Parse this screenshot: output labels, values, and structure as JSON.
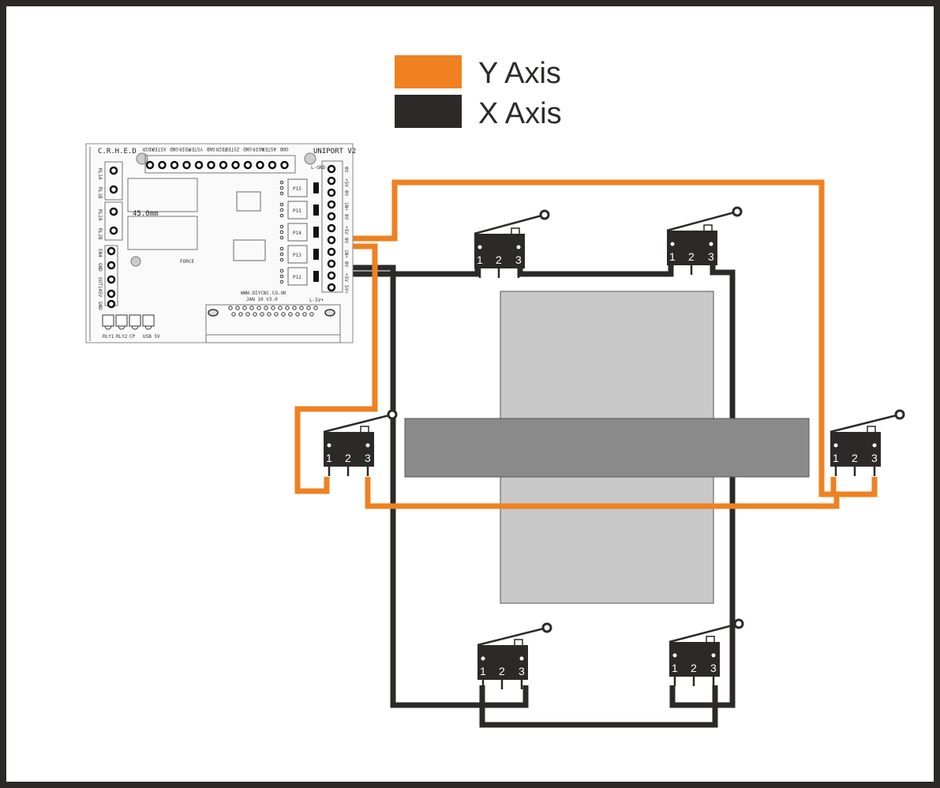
{
  "diagram": {
    "title": "Limit switch wiring diagram",
    "colors": {
      "frame": "#2b2a28",
      "y_axis": "#ef8121",
      "x_axis": "#2b2a28",
      "bed": "#c8c8c8",
      "gantry": "#8a8a8a"
    },
    "legend": [
      {
        "label": "Y Axis",
        "color": "#ef8121"
      },
      {
        "label": "X Axis",
        "color": "#2b2a28"
      }
    ],
    "board": {
      "name": "UNIPORT V2",
      "maker": "C.R.H.E.D",
      "url": "WWW.DIYCNC.CO.UK",
      "date": "JAN 10 V3.0",
      "dimension": "45.0mm",
      "force_label": "FORCE",
      "gnd_label": "L-GND",
      "v5_label": "L-5V+",
      "top_header": [
        "XDIR",
        "XSTEP",
        "GND",
        "YDIR",
        "YSTEP",
        "GND",
        "ZDIR",
        "ZSTEP",
        "GND",
        "ADIR",
        "ASTEP",
        "GND"
      ],
      "right_terminals": [
        "0V",
        "+5V",
        "0V",
        "1N+",
        "0V",
        "+5V",
        "0V",
        "1N+",
        "0V",
        "+5V",
        "5V+"
      ],
      "left_terminals": [
        "RL1A",
        "RL1B",
        "RL2A",
        "RL2B",
        "EN4",
        "GND",
        "OUT14",
        "5V",
        "GND"
      ],
      "leds": [
        "RLY1",
        "RLY2",
        "CP",
        "USB 5V"
      ],
      "relay_labels": [
        "RLY1",
        "RLY2"
      ],
      "pin_module_labels": [
        "P15",
        "P15",
        "P14",
        "P13",
        "P12"
      ]
    },
    "switches": [
      {
        "id": "switch-top-left",
        "axis": "X",
        "pins": [
          "1",
          "2",
          "3"
        ]
      },
      {
        "id": "switch-top-right",
        "axis": "X",
        "pins": [
          "1",
          "2",
          "3"
        ]
      },
      {
        "id": "switch-mid-left",
        "axis": "Y",
        "pins": [
          "1",
          "2",
          "3"
        ]
      },
      {
        "id": "switch-mid-right",
        "axis": "Y",
        "pins": [
          "1",
          "2",
          "3"
        ]
      },
      {
        "id": "switch-bottom-left",
        "axis": "X",
        "pins": [
          "1",
          "2",
          "3"
        ]
      },
      {
        "id": "switch-bottom-right",
        "axis": "X",
        "pins": [
          "1",
          "2",
          "3"
        ]
      }
    ]
  }
}
